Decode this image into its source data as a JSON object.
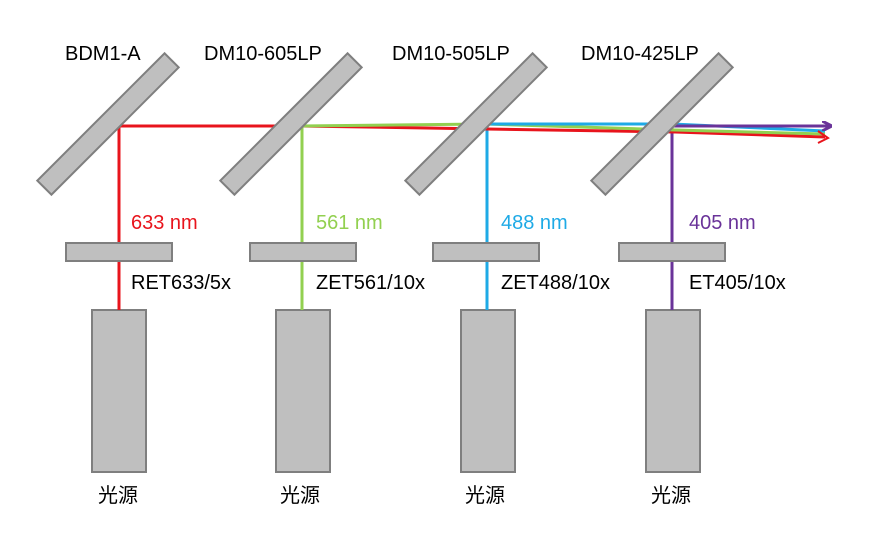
{
  "mirrors": [
    "BDM1-A",
    "DM10-605LP",
    "DM10-505LP",
    "DM10-425LP"
  ],
  "wavelengths": [
    "633 nm",
    "561 nm",
    "488 nm",
    "405 nm"
  ],
  "filters": [
    "RET633/5x",
    "ZET561/10x",
    "ZET488/10x",
    "ET405/10x"
  ],
  "sources": [
    "光源",
    "光源",
    "光源",
    "光源"
  ],
  "colors": {
    "red": "#e8141c",
    "green": "#92d050",
    "blue": "#1eaae6",
    "purple": "#6a3399",
    "component_fill": "#bfbfbf",
    "component_stroke": "#7f7f7f"
  }
}
